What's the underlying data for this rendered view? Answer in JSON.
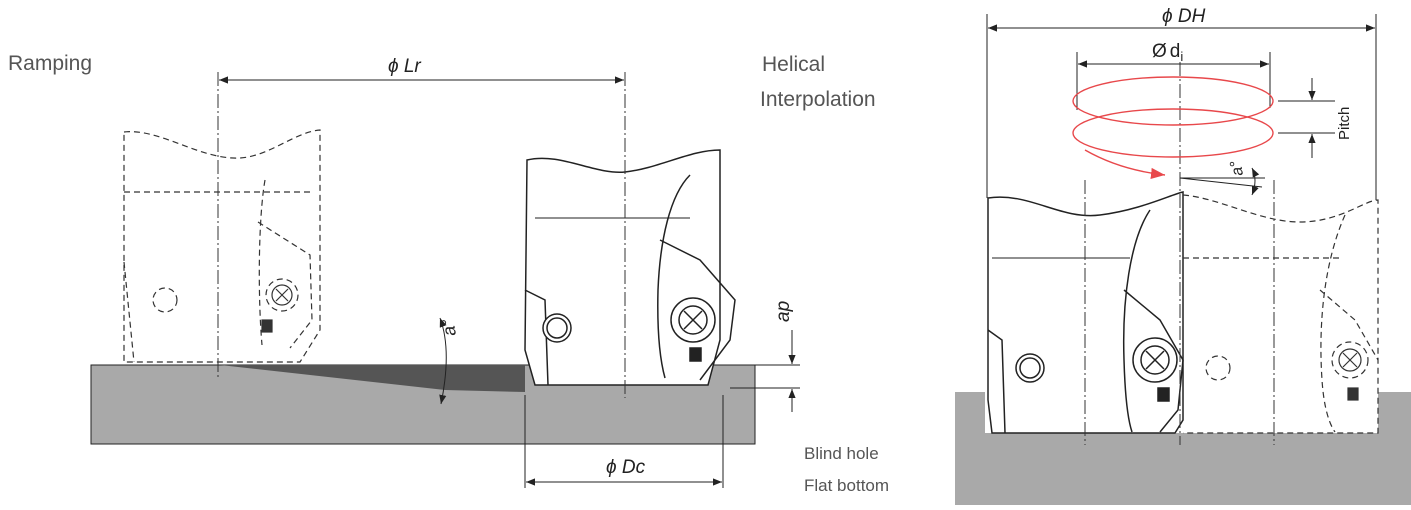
{
  "labels": {
    "ramping": "Ramping",
    "helical": "Helical",
    "interpolation": "Interpolation",
    "blind_hole": "Blind hole",
    "flat_bottom": "Flat bottom"
  },
  "dimensions": {
    "lr": "ϕ Lr",
    "dc": "ϕ Dc",
    "dh": "ϕ DH",
    "di_symbol": "Ø",
    "di_base": "d",
    "di_sub": "i",
    "ap": "ap",
    "alpha": "a°",
    "pitch": "Pitch"
  },
  "colors": {
    "line": "#222222",
    "workpiece": "#a9a9a9",
    "ramp_cut": "#555555",
    "helix": "#e8484b",
    "label_text": "#555555"
  }
}
